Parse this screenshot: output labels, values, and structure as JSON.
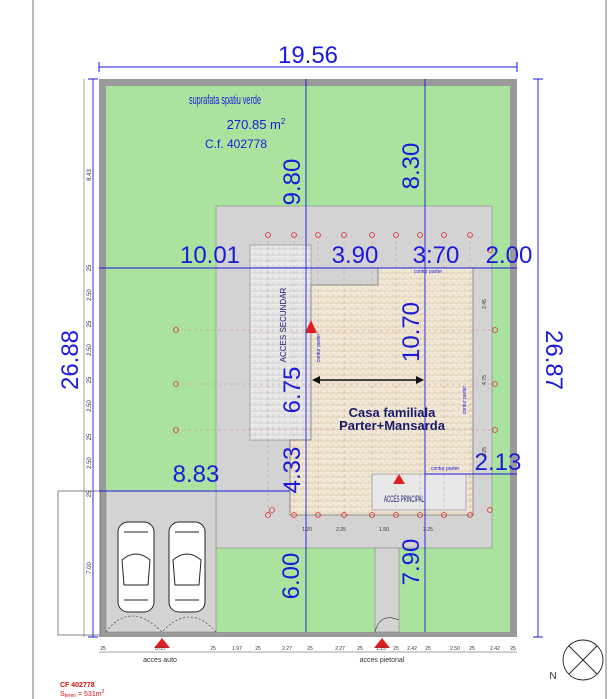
{
  "dimensions": {
    "top_width": "19.56",
    "left_height": "26.88",
    "right_height": "26.87",
    "back_setback": "9.80",
    "back_setback_right": "8.30",
    "left_setback": "10.01",
    "house_part_a": "3.90",
    "house_part_b": "3:70",
    "right_setback": "2.00",
    "house_depth": "10.70",
    "house_depth_left": "6.75",
    "side_left": "8.83",
    "front_left": "4.33",
    "front_right": "2.13",
    "front_setback_left": "6.00",
    "front_setback_right": "7.90"
  },
  "small_dims": {
    "left_chain": [
      "8.43",
      "25",
      "2.50",
      "25",
      "2.50",
      "25",
      "2.50",
      "25",
      "2.50",
      "25",
      "7.00"
    ],
    "bottom_chain": [
      "25",
      "5.03",
      "25",
      "1.97",
      "25",
      "2.27",
      "25",
      "2.27",
      "25",
      "1.25",
      "25",
      "2.42",
      "25",
      "2.50",
      "25",
      "2.42",
      "25"
    ],
    "house_chain": [
      "1.20",
      "2.25",
      "1.50",
      "2.25"
    ],
    "house_side": [
      "2.45",
      "4.75",
      "0.25"
    ]
  },
  "green_area": {
    "label": "suprafata spatiu verde",
    "area": "270.85 m",
    "area_sup": "2",
    "cadastral": "C.f. 402778"
  },
  "house": {
    "name": "Casa familiala",
    "levels": "Parter+Mansarda",
    "secondary_access": "ACCES SECUNDAR",
    "main_access": "ACCES PRINCIPAL",
    "ground_outline_a": "contur parter",
    "ground_outline_b": "contur parter",
    "ground_outline_c": "contur parter",
    "ground_outline_d": "contur parter"
  },
  "access": {
    "car": "acces auto",
    "pedestrian": "acces pietonal"
  },
  "legend": {
    "cf": "CF 402778",
    "area_prefix": "S",
    "area_sub": "teren",
    "area_value": " = 531m",
    "area_sup": "2"
  },
  "north": "N",
  "colors": {
    "grass": "#a9e39d",
    "paving": "#d3d3d3",
    "roof": "#f0e6d2",
    "dimension": "#1a1adb",
    "axis": "#e03030"
  }
}
